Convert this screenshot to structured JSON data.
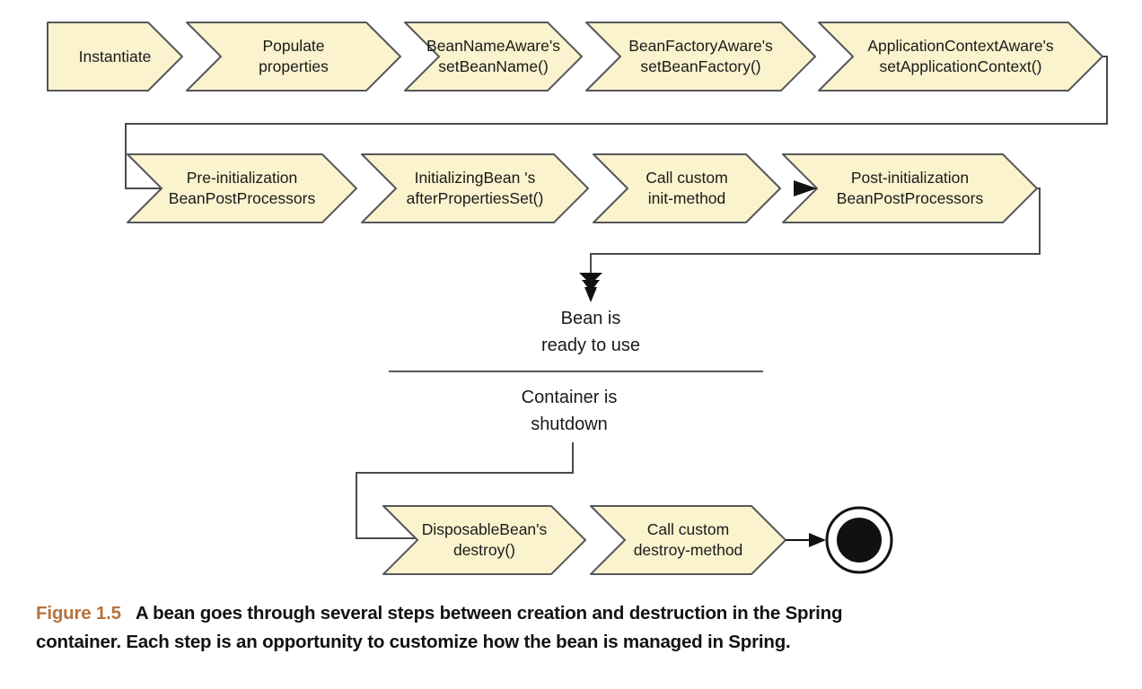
{
  "diagram": {
    "creation_row": [
      {
        "label": "Instantiate"
      },
      {
        "label": [
          "Populate",
          "properties"
        ]
      },
      {
        "label": [
          "BeanNameAware's",
          "setBeanName()"
        ]
      },
      {
        "label": [
          "BeanFactoryAware's",
          "setBeanFactory()"
        ]
      },
      {
        "label": [
          "ApplicationContextAware's",
          "setApplicationContext()"
        ]
      }
    ],
    "initialization_row": [
      {
        "label": [
          "Pre-initialization",
          "BeanPostProcessors"
        ]
      },
      {
        "label": [
          "InitializingBean 's",
          "afterPropertiesSet()"
        ]
      },
      {
        "label": [
          "Call custom",
          "init-method"
        ]
      },
      {
        "label": [
          "Post-initialization",
          "BeanPostProcessors"
        ]
      }
    ],
    "ready_label": [
      "Bean is",
      "ready to use"
    ],
    "shutdown_label": [
      "Container is",
      "shutdown"
    ],
    "destruction_row": [
      {
        "label": [
          "DisposableBean's",
          "destroy()"
        ]
      },
      {
        "label": [
          "Call custom",
          "destroy-method"
        ]
      }
    ],
    "end_node": "activity-final-node",
    "colors": {
      "step_fill": "#FAF3CE",
      "step_border": "#56575A",
      "connector": "#4A4A4C",
      "end_node_fill": "#111111",
      "text": "#1A1A1A",
      "caption_accent": "#B9713C"
    }
  },
  "caption": {
    "figure_label": "Figure 1.5",
    "line1": "A bean goes through several steps between creation and destruction in the Spring",
    "line2": "container. Each step is an opportunity to customize how the bean is managed in Spring."
  }
}
